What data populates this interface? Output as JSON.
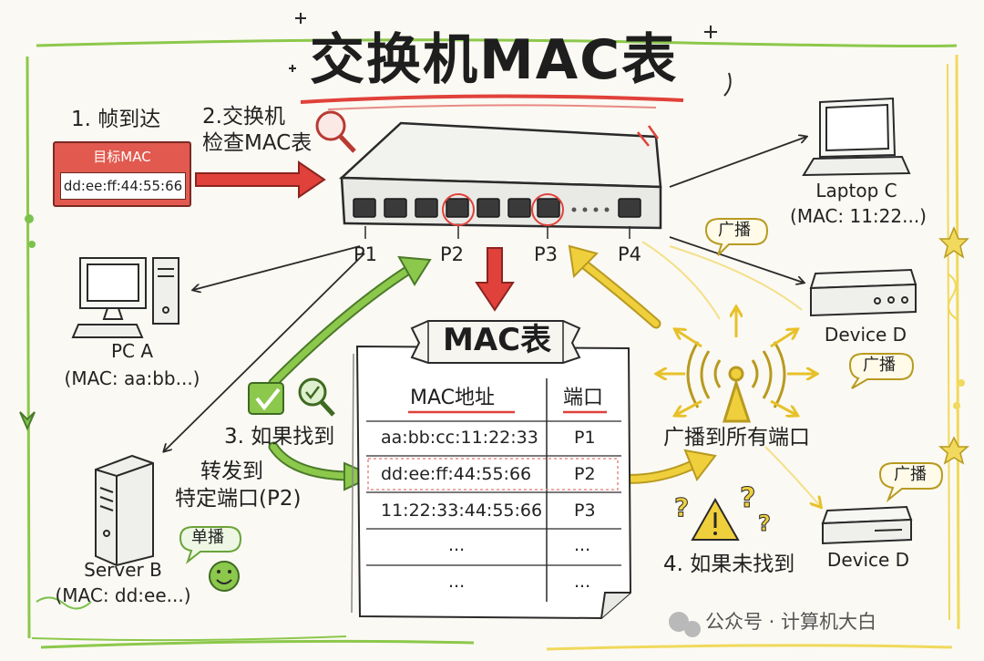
{
  "title": "交换机MAC表",
  "steps": {
    "step1": "1. 帧到达",
    "step2_line1": "2.交换机",
    "step2_line2": "检查MAC表",
    "step3": "3. 如果找到",
    "step3_forward_line1": "转发到",
    "step3_forward_line2": "特定端口(P2)",
    "step4": "4. 如果未找到"
  },
  "frame": {
    "header": "目标MAC",
    "value": "dd:ee:ff:44:55:66"
  },
  "ports": [
    "P1",
    "P2",
    "P3",
    "P4"
  ],
  "devices": {
    "pc_a": {
      "name": "PC A",
      "mac": "(MAC: aa:bb...)"
    },
    "server_b": {
      "name": "Server B",
      "mac": "(MAC: dd:ee...)"
    },
    "laptop_c": {
      "name": "Laptop C",
      "mac": "(MAC: 11:22...)"
    },
    "device_d1": {
      "name": "Device D"
    },
    "device_d2": {
      "name": "Device D"
    }
  },
  "broadcast": {
    "label": "广播",
    "center_label": "广播到所有端口"
  },
  "unicast_label": "单播",
  "mac_table": {
    "title": "MAC表",
    "headers": [
      "MAC地址",
      "端口"
    ],
    "rows": [
      [
        "aa:bb:cc:11:22:33",
        "P1"
      ],
      [
        "dd:ee:ff:44:55:66",
        "P2"
      ],
      [
        "11:22:33:44:55:66",
        "P3"
      ],
      [
        "...",
        "..."
      ],
      [
        "...",
        "..."
      ]
    ]
  },
  "watermark": "公众号 · 计算机大白",
  "colors": {
    "red_arrow": "#e0413a",
    "green_arrow": "#7cc24d",
    "yellow_arrow": "#f0cf3c",
    "border_green": "#8cc84b",
    "border_yellow": "#f0d95c"
  }
}
